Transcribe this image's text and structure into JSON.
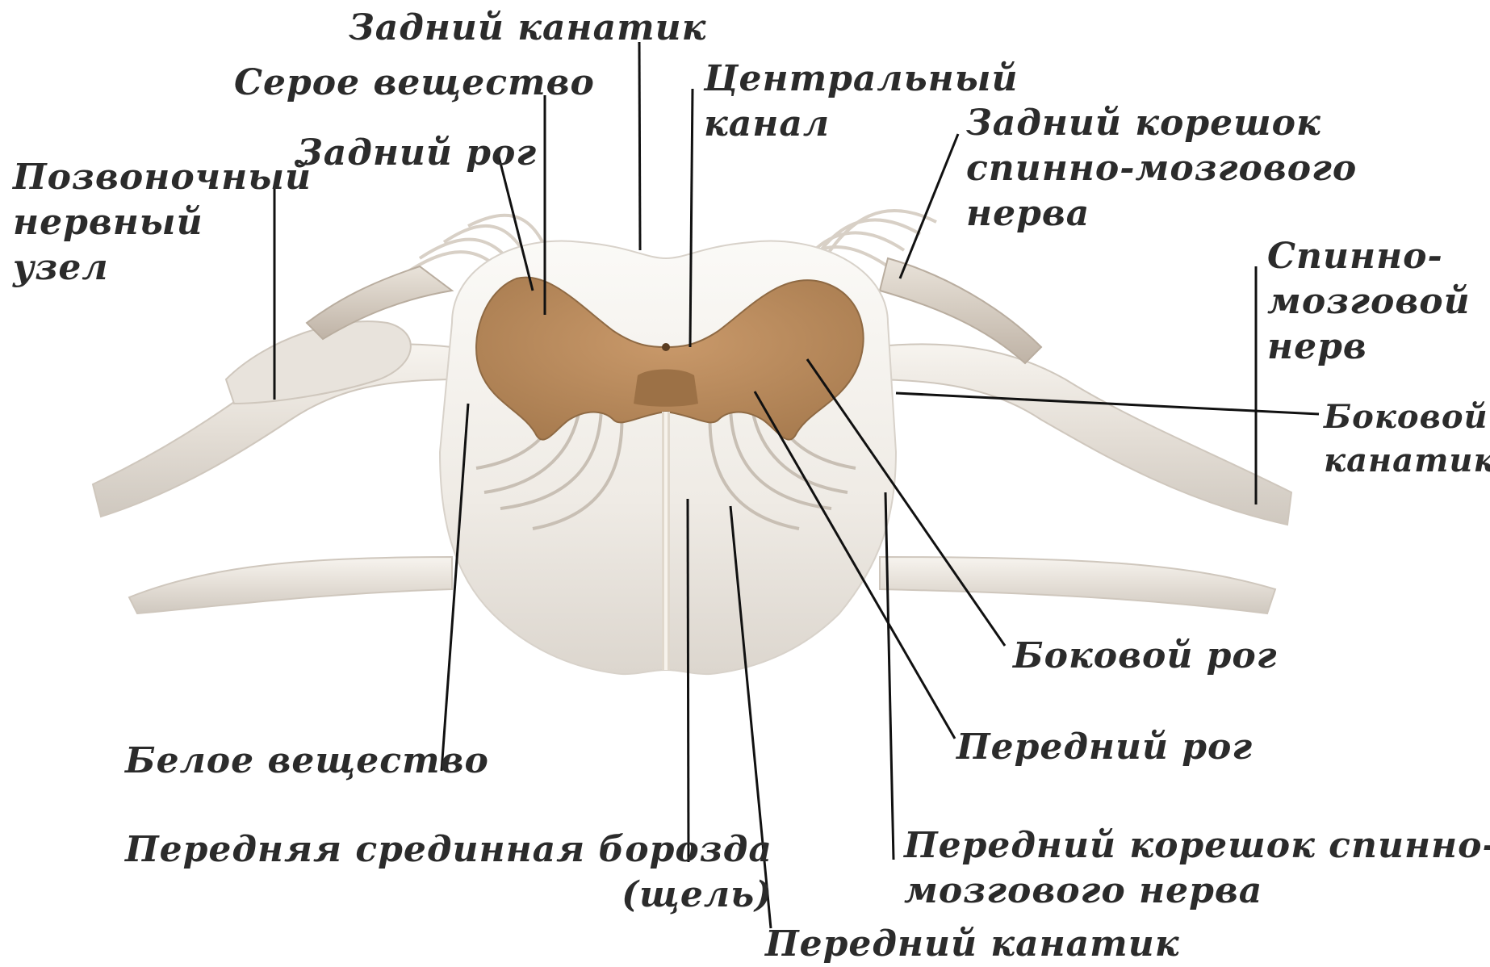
{
  "labels": {
    "posterior_funiculus": "Задний канатик",
    "gray_matter": "Серое вещество",
    "central_canal": [
      "Центральный",
      "канал"
    ],
    "posterior_root": [
      "Задний корешок",
      "спинно-мозгового",
      "нерва"
    ],
    "posterior_horn": "Задний рог",
    "spinal_ganglion": [
      "Позвоночный",
      "нервный",
      "узел"
    ],
    "spinal_nerve": [
      "Спинно-",
      "мозговой",
      "нерв"
    ],
    "lateral_funiculus": [
      "Боковой",
      "канатик"
    ],
    "lateral_horn": "Боковой рог",
    "anterior_horn": "Передний рог",
    "white_matter": "Белое вещество",
    "anterior_median_fissure": [
      "Передняя срединная борозда",
      "(щель)"
    ],
    "anterior_root": [
      "Передний корешок спинно-",
      "мозгового нерва"
    ],
    "anterior_funiculus": "Передний канатик"
  },
  "colors": {
    "gray_matter": "#b8895a",
    "white_matter": "#f2eee8",
    "nerve": "#e6e1da",
    "leader": "#111111"
  }
}
